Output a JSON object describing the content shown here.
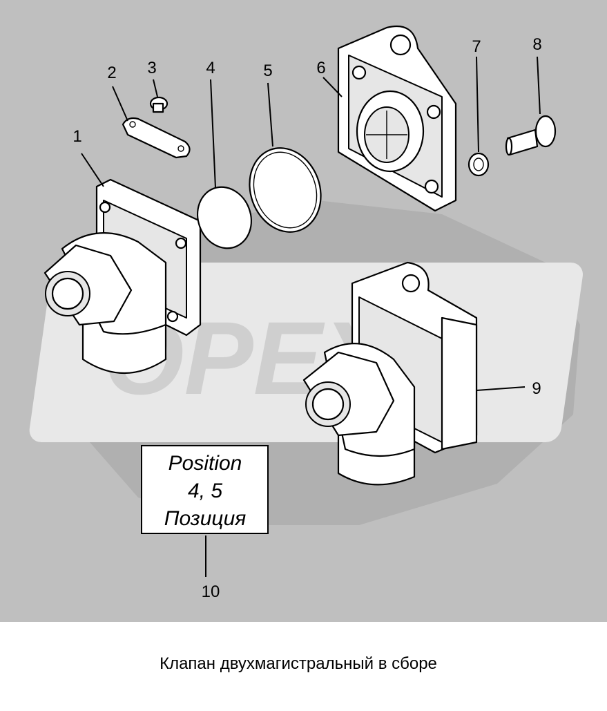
{
  "diagram": {
    "callouts": [
      "1",
      "2",
      "3",
      "4",
      "5",
      "6",
      "7",
      "8",
      "9",
      "10"
    ],
    "position_box": {
      "line1": "Position",
      "line2": "4, 5",
      "line3": "Позиция"
    },
    "watermark": "ОРЕХ",
    "caption": "Клапан двухмагистральный в сборе"
  }
}
